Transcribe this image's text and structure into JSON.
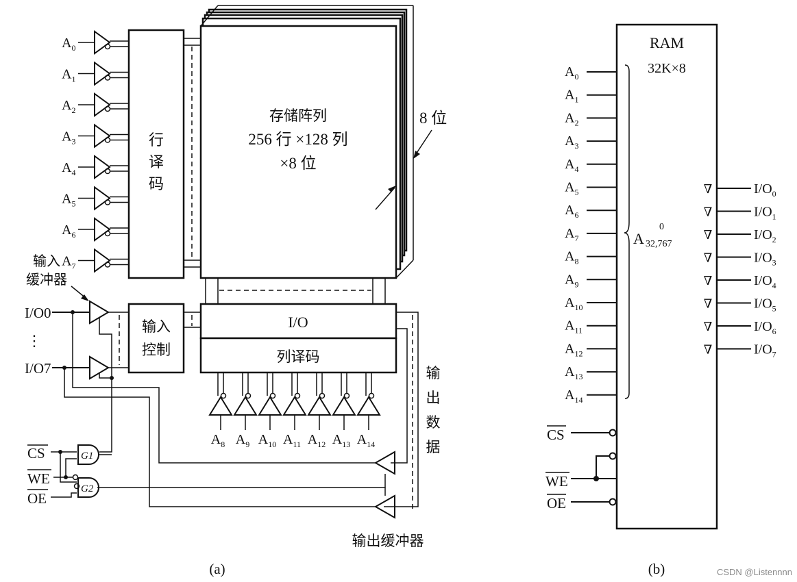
{
  "diagram_a": {
    "address_row": [
      "A0",
      "A1",
      "A2",
      "A3",
      "A4",
      "A5",
      "A6",
      "A7"
    ],
    "row_decoder": "行译码",
    "array_line1": "存储阵列",
    "array_line2": "256 行 ×128 列",
    "array_line3": "×8 位",
    "bits_label": "8 位",
    "input_buffer_line1": "输入",
    "input_buffer_line2": "缓冲器",
    "io_first": "I/O0",
    "io_dots": "⋮",
    "io_last": "I/O7",
    "input_control_line1": "输入",
    "input_control_line2": "控制",
    "io_block": "I/O",
    "col_decoder": "列译码",
    "address_col": [
      "A8",
      "A9",
      "A10",
      "A11",
      "A12",
      "A13",
      "A14"
    ],
    "output_data": "输出数据",
    "output_buffer": "输出缓冲器",
    "cs": "CS",
    "we": "WE",
    "oe": "OE",
    "g1": "G1",
    "g2": "G2",
    "caption": "(a)"
  },
  "diagram_b": {
    "chip_line1": "RAM",
    "chip_line2": "32K×8",
    "address_pins": [
      "A0",
      "A1",
      "A2",
      "A3",
      "A4",
      "A5",
      "A6",
      "A7",
      "A8",
      "A9",
      "A10",
      "A11",
      "A12",
      "A13",
      "A14"
    ],
    "addr_symbol": "A",
    "addr_range_top": "0",
    "addr_range_bottom": "32,767",
    "io_pins": [
      "I/O0",
      "I/O1",
      "I/O2",
      "I/O3",
      "I/O4",
      "I/O5",
      "I/O6",
      "I/O7"
    ],
    "tristate_symbol": "∇",
    "cs": "CS",
    "we": "WE",
    "oe": "OE",
    "caption": "(b)"
  },
  "watermark": "CSDN @Listennnn"
}
